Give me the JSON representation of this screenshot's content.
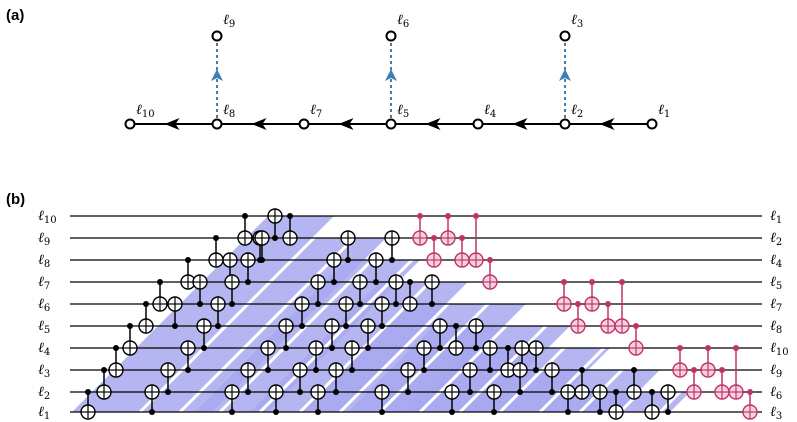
{
  "panel_a": {
    "label": "(a)",
    "chain_nodes": [
      "10",
      "8",
      "7",
      "5",
      "4",
      "2",
      "1"
    ],
    "branch_nodes": [
      {
        "top": "9",
        "base": "8"
      },
      {
        "top": "6",
        "base": "5"
      },
      {
        "top": "3",
        "base": "2"
      }
    ]
  },
  "panel_b": {
    "label": "(b)",
    "left_labels": [
      "10",
      "9",
      "8",
      "7",
      "6",
      "5",
      "4",
      "3",
      "2",
      "1"
    ],
    "right_labels": [
      "1",
      "2",
      "4",
      "5",
      "7",
      "8",
      "10",
      "9",
      "6",
      "3"
    ]
  },
  "colors": {
    "edge": "#000000",
    "branch": "#3f7fb6",
    "band": "#a8a8f0",
    "magenta_gate": "#c0336a",
    "gate": "#000000"
  }
}
